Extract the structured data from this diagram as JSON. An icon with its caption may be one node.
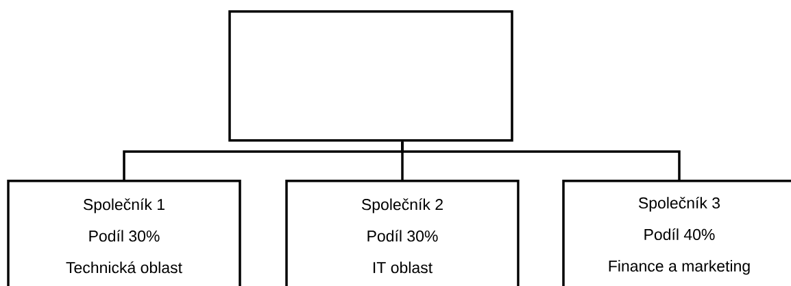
{
  "diagram": {
    "nodes": [
      {
        "text": [],
        "shape": "box"
      },
      {
        "text": [
          "Společník 1",
          "Podíl 30%",
          "Technická oblast"
        ]
      },
      {
        "text": [
          "Společník 2",
          "Podíl 30%",
          "IT oblast"
        ]
      },
      {
        "text": [
          "Společník 3",
          "Podíl 40%",
          "Finance a marketing"
        ]
      }
    ],
    "edges": [
      {
        "from": 0,
        "to": 1,
        "arrow": "none"
      },
      {
        "from": 0,
        "to": 2,
        "arrow": "none"
      },
      {
        "from": 0,
        "to": 3,
        "arrow": "none"
      }
    ]
  }
}
